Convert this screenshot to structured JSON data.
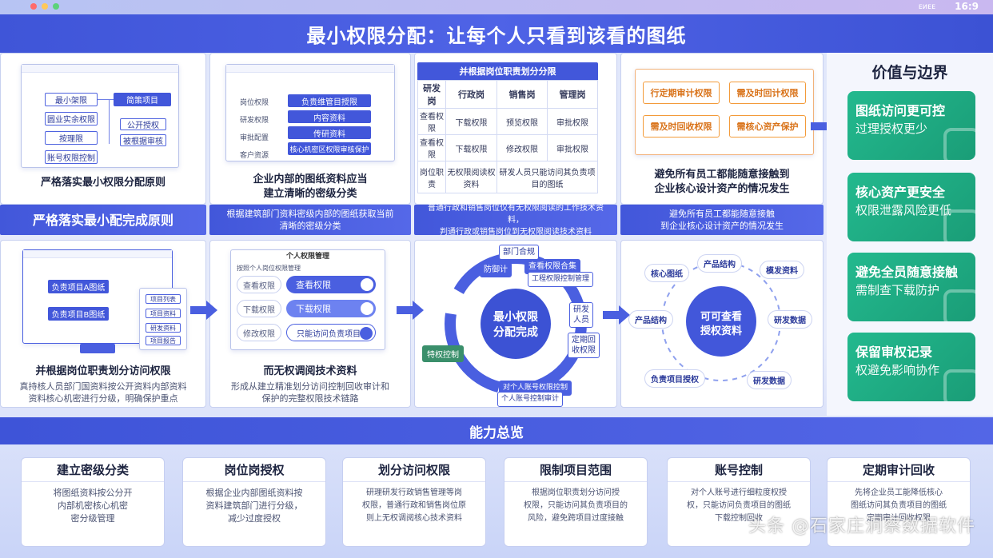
{
  "status": {
    "network": "ᴇᴎᴇᴇ",
    "time": "16:9"
  },
  "title": "最小权限分配：让每个人只看到该看的图纸",
  "panel1": {
    "boxes_left": [
      "最小架限",
      "圆业实余权限",
      "按理限",
      "账号权限控制"
    ],
    "boxes_right": [
      "简策项目",
      "公开授权",
      "被根据审核"
    ],
    "caption": "严格落实最小权限分配原则",
    "band": "严格落实最小配完成原则"
  },
  "panel2": {
    "side_labels": [
      "岗位权限",
      "研发权限",
      "审批配置",
      "客户资源"
    ],
    "boxes": [
      "负贵维管目授限",
      "内容资料",
      "传研资料",
      "核心机密区权限审核保护"
    ],
    "caption": "企业内部的图纸资料应当\n建立清晰的密级分类",
    "band": "根据建筑部门资料密级内部的图纸获取当前\n清晰的密级分类"
  },
  "panel3": {
    "header": "并根据岗位职责划分分限",
    "cols": [
      "研发岗",
      "行政岗",
      "销售岗",
      "管理岗"
    ],
    "rows": [
      [
        "查看权限",
        "下载权限",
        "预览权限",
        "审批权限"
      ],
      [
        "查看权限",
        "下载权限",
        "修改权限",
        "审批权限"
      ],
      [
        "岗位职责",
        "无权限阅读权资料",
        "研发人员只能访问其负责项目的图纸"
      ]
    ],
    "band": "普通行政和销售岗位仅有无权限阅读的工作技术资料，\n判通行政或销售岗位到无权限阅读技术资料"
  },
  "panel4": {
    "boxes": [
      "行定期审计权限",
      "需及时回计权限",
      "需及时回收权限",
      "需核心资产保护"
    ],
    "caption": "避免所有员工都能随意接触到\n企业核心设计资产的情况发生",
    "band": "避免所有员工都能随意接触\n到企业核心设计资产的情况发生"
  },
  "row2": {
    "p1": {
      "items": [
        "负责项目A图纸",
        "负责项目B图纸"
      ],
      "list": [
        "项目列表",
        "项目资料",
        "研发资料",
        "项目报告"
      ],
      "caption": "并根据岗位职责划分访问权限",
      "desc": "真持核人员部门国资料按公开资料内部资料\n资料核心机密进行分级，明确保护重点"
    },
    "p2": {
      "header": "个人权限管理",
      "sub": "按照个人岗位权限管理",
      "toggles": [
        [
          "查看权限",
          "查看权限"
        ],
        [
          "下载权限",
          "下载权限"
        ],
        [
          "修改权限",
          "只能访问负责项目"
        ]
      ],
      "caption": "而无权调阅技术资料",
      "desc": "形成从建立精准划分访问控制回收审计和\n保护的完整权限技术链路"
    },
    "p3": {
      "center": "最小权限\n分配完成",
      "tags": [
        "部门合规",
        "防御计",
        "查看权限合集",
        "工程权限控制管理",
        "研发人员",
        "定期回收权限",
        "特权控制",
        "对个人账号权限控制",
        "个人账号控制审计"
      ]
    },
    "p4": {
      "center": "可可查看\n授权资料",
      "tags": [
        "核心图纸",
        "产品结构",
        "模发资料",
        "产品结构",
        "研发数据",
        "负责项目授权",
        "研发数据"
      ]
    }
  },
  "side": {
    "title": "价值与边界",
    "cards": [
      [
        "图纸访问更可控",
        "过理授权更少"
      ],
      [
        "核心资产更安全",
        "权限泄露风险更低"
      ],
      [
        "避免全员随意接触",
        "需制查下载防护"
      ],
      [
        "保留审权记录",
        "权避免影响协作"
      ]
    ]
  },
  "overview": {
    "title": "能力总览",
    "cards": [
      {
        "t": "建立密级分类",
        "d": "将图纸资料按公分开\n内部机密核心机密\n密分级管理"
      },
      {
        "t": "岗位岗授权",
        "d": "根据企业内部图纸资料按\n资料建筑部门进行分级，\n减少过度授权"
      },
      {
        "t": "划分访问权限",
        "d": "研理研发行政销售管理等岗\n权限，普通行政和销售岗位原\n则上无权调阅核心技术资料"
      },
      {
        "t": "限制项目范围",
        "d": "根据岗位职责划分访问授\n权限，只能访问其负责项目的\n风险，避免跨项目过度接触"
      },
      {
        "t": "账号控制",
        "d": "对个人账号进行细粒度权授\n权，只能访问负责项目的图纸\n下载控制回收"
      },
      {
        "t": "定期审计回收",
        "d": "先将企业员工能降低核心\n图纸访问其负责项目的图纸\n定期审计回收权限"
      }
    ]
  },
  "watermark": "头条 @石家庄洞察数据软件"
}
